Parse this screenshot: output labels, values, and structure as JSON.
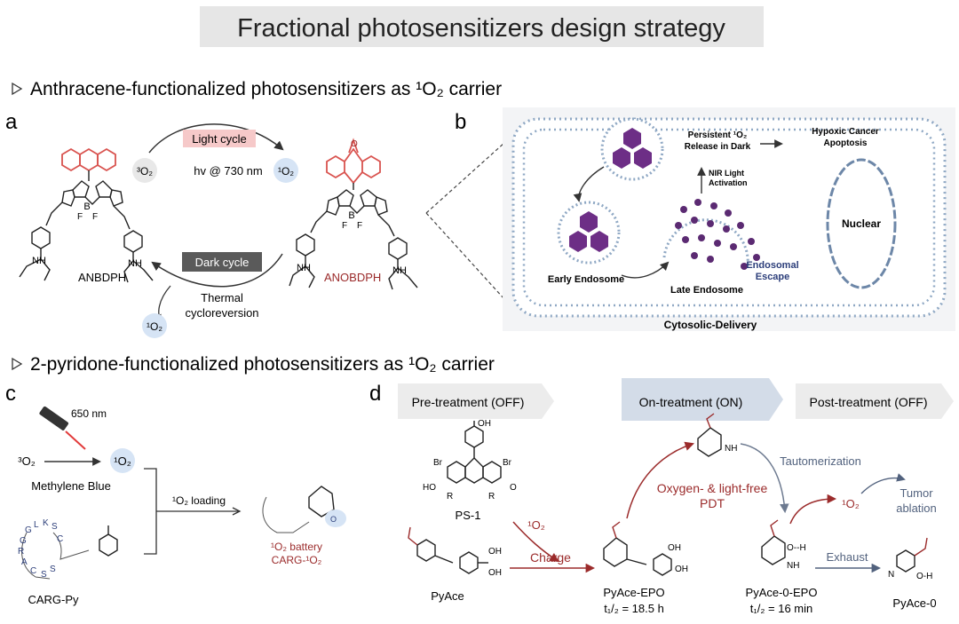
{
  "title": "Fractional photosensitizers design strategy",
  "section1": {
    "heading": "Anthracene-functionalized photosensitizers as ¹O₂ carrier",
    "panel_a": {
      "letter": "a",
      "light_cycle": "Light cycle",
      "hv": "hv @ 730 nm",
      "o3": "³O₂",
      "o1_right": "¹O₂",
      "dark_cycle": "Dark cycle",
      "thermal": "Thermal",
      "cycloreversion": "cycloreversion",
      "o1_bottom": "¹O₂",
      "mol_left": "ANBDPH",
      "mol_right": "ANOBDPH"
    },
    "panel_b": {
      "letter": "b",
      "persistent_1": "Persistent ¹O₂",
      "persistent_2": "Release in Dark",
      "nir_1": "NIR Light",
      "nir_2": "Activation",
      "hypoxic_1": "Hypoxic Cancer",
      "hypoxic_2": "Apoptosis",
      "nuclear": "Nuclear",
      "early": "Early Endosome",
      "late": "Late Endosome",
      "escape_1": "Endosomal",
      "escape_2": "Escape",
      "cytosolic": "Cytosolic-Delivery"
    }
  },
  "section2": {
    "heading": "2-pyridone-functionalized photosensitizers as ¹O₂ carrier",
    "panel_c": {
      "letter": "c",
      "wavelength": "650 nm",
      "o3": "³O₂",
      "o1": "¹O₂",
      "mb": "Methylene Blue",
      "loading": "¹O₂ loading",
      "battery_1": "¹O₂ battery",
      "battery_2": "CARG-¹O₂",
      "carg_py": "CARG-Py",
      "peptide": [
        "G",
        "L",
        "K",
        "S",
        "C",
        "G",
        "R",
        "A",
        "C",
        "S",
        "S"
      ]
    },
    "panel_d": {
      "letter": "d",
      "phase_pre": "Pre-treatment (OFF)",
      "phase_on": "On-treatment (ON)",
      "phase_post": "Post-treatment (OFF)",
      "ps1": "PS-1",
      "pyace": "PyAce",
      "o1_label": "¹O₂",
      "charge": "Charge",
      "pyace_epo": "PyAce-EPO",
      "pyace_epo_half": "t₁/₂ = 18.5 h",
      "oxygen_free_1": "Oxygen- & light-free",
      "oxygen_free_2": "PDT",
      "tautomerization": "Tautomerization",
      "o1_out": "¹O₂",
      "tumor_1": "Tumor",
      "tumor_2": "ablation",
      "pyace0_epo": "PyAce-0-EPO",
      "pyace0_epo_half": "t₁/₂ = 16 min",
      "exhaust": "Exhaust",
      "pyace0": "PyAce-0"
    }
  },
  "colors": {
    "title_bg": "#e6e6e6",
    "accent_red": "#9b2b2b",
    "light_red": "#f6c9c9",
    "dark_gray": "#5a5a5a",
    "blue_circle": "#d6e4f5",
    "navy": "#2c3e7a",
    "purple": "#5b2a72",
    "phase_gray": "#ececec",
    "phase_blue": "#d3dce8"
  }
}
